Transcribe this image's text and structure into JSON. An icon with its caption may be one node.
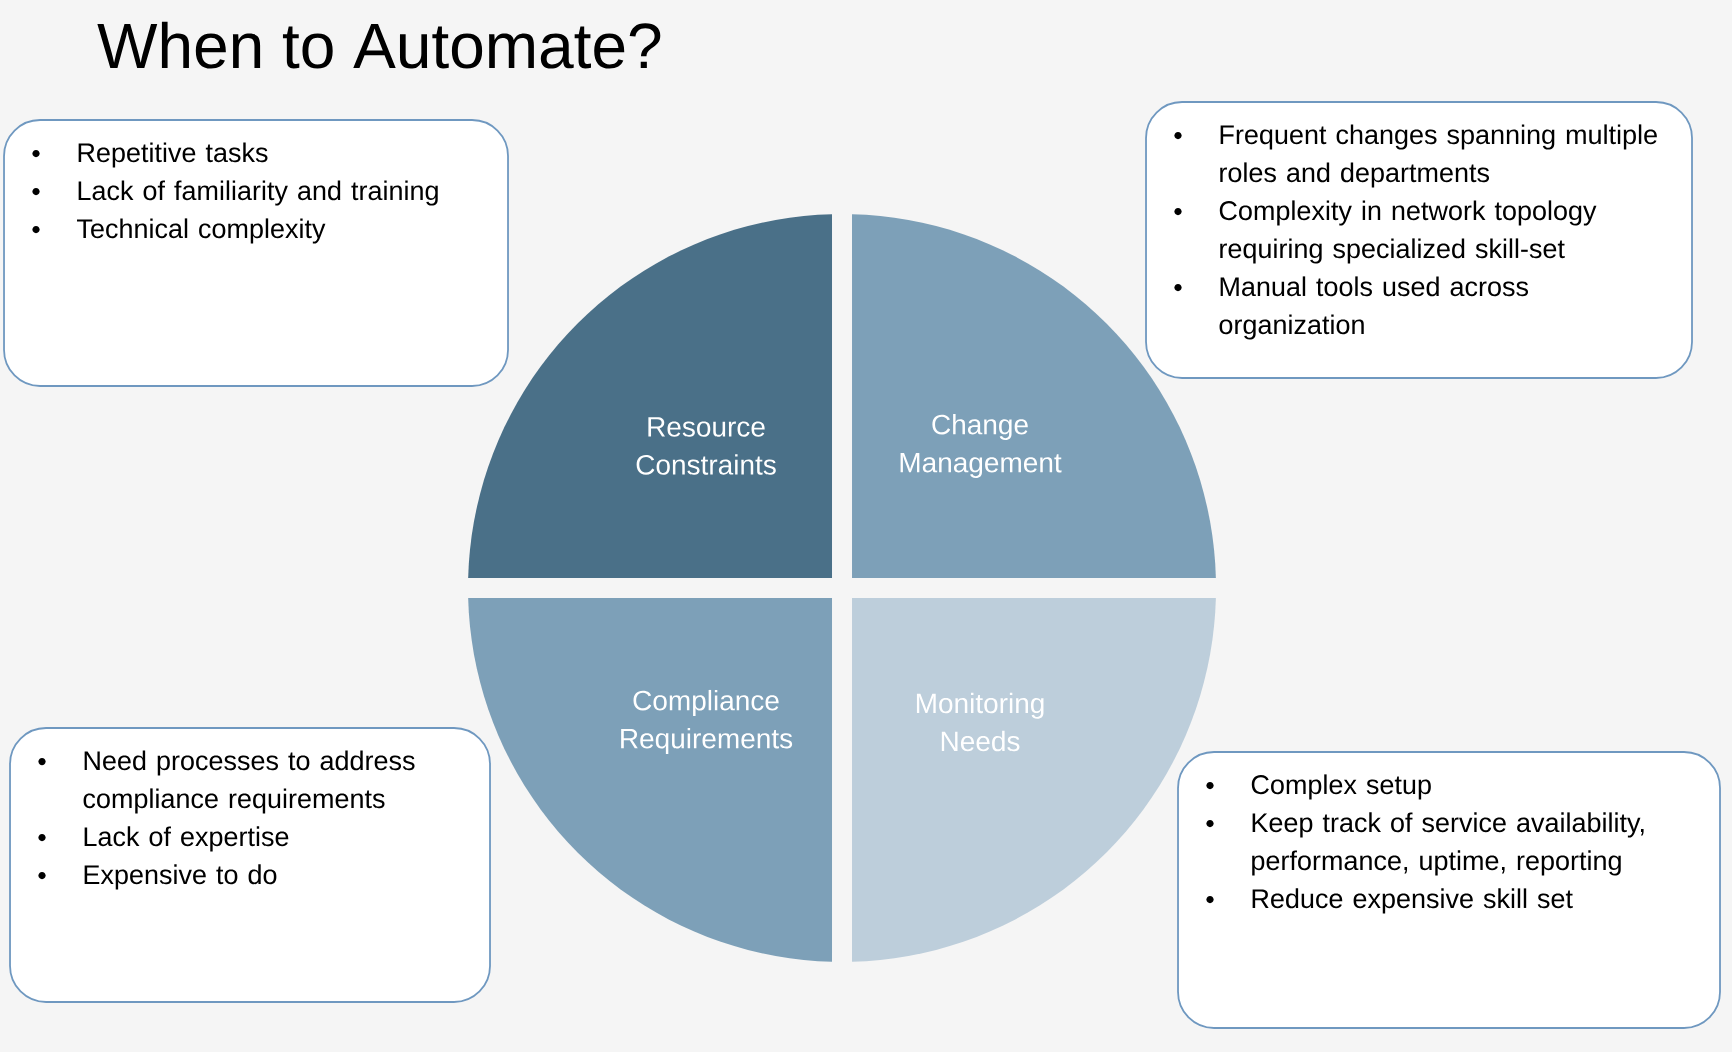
{
  "diagram": {
    "title": "When to Automate?",
    "nodes": [
      {
        "text": [
          "Repetitive tasks",
          "Lack of familiarity and training",
          "Technical complexity"
        ]
      },
      {
        "text": [
          "Frequent changes spanning multiple roles and departments",
          "Complexity in network topology requiring specialized skill-set",
          "Manual tools used across organization"
        ]
      },
      {
        "text": [
          "Resource Constraints"
        ]
      },
      {
        "text": [
          "Change Management"
        ]
      },
      {
        "text": [
          "Compliance Requirements"
        ]
      },
      {
        "text": [
          "Monitoring Needs"
        ]
      },
      {
        "text": [
          "Need processes to address compliance requirements",
          "Lack of expertise",
          "Expensive to do"
        ]
      },
      {
        "text": [
          "Complex setup",
          "Keep track of service availability, performance, uptime, reporting",
          "Reduce expensive skill set"
        ]
      }
    ]
  }
}
